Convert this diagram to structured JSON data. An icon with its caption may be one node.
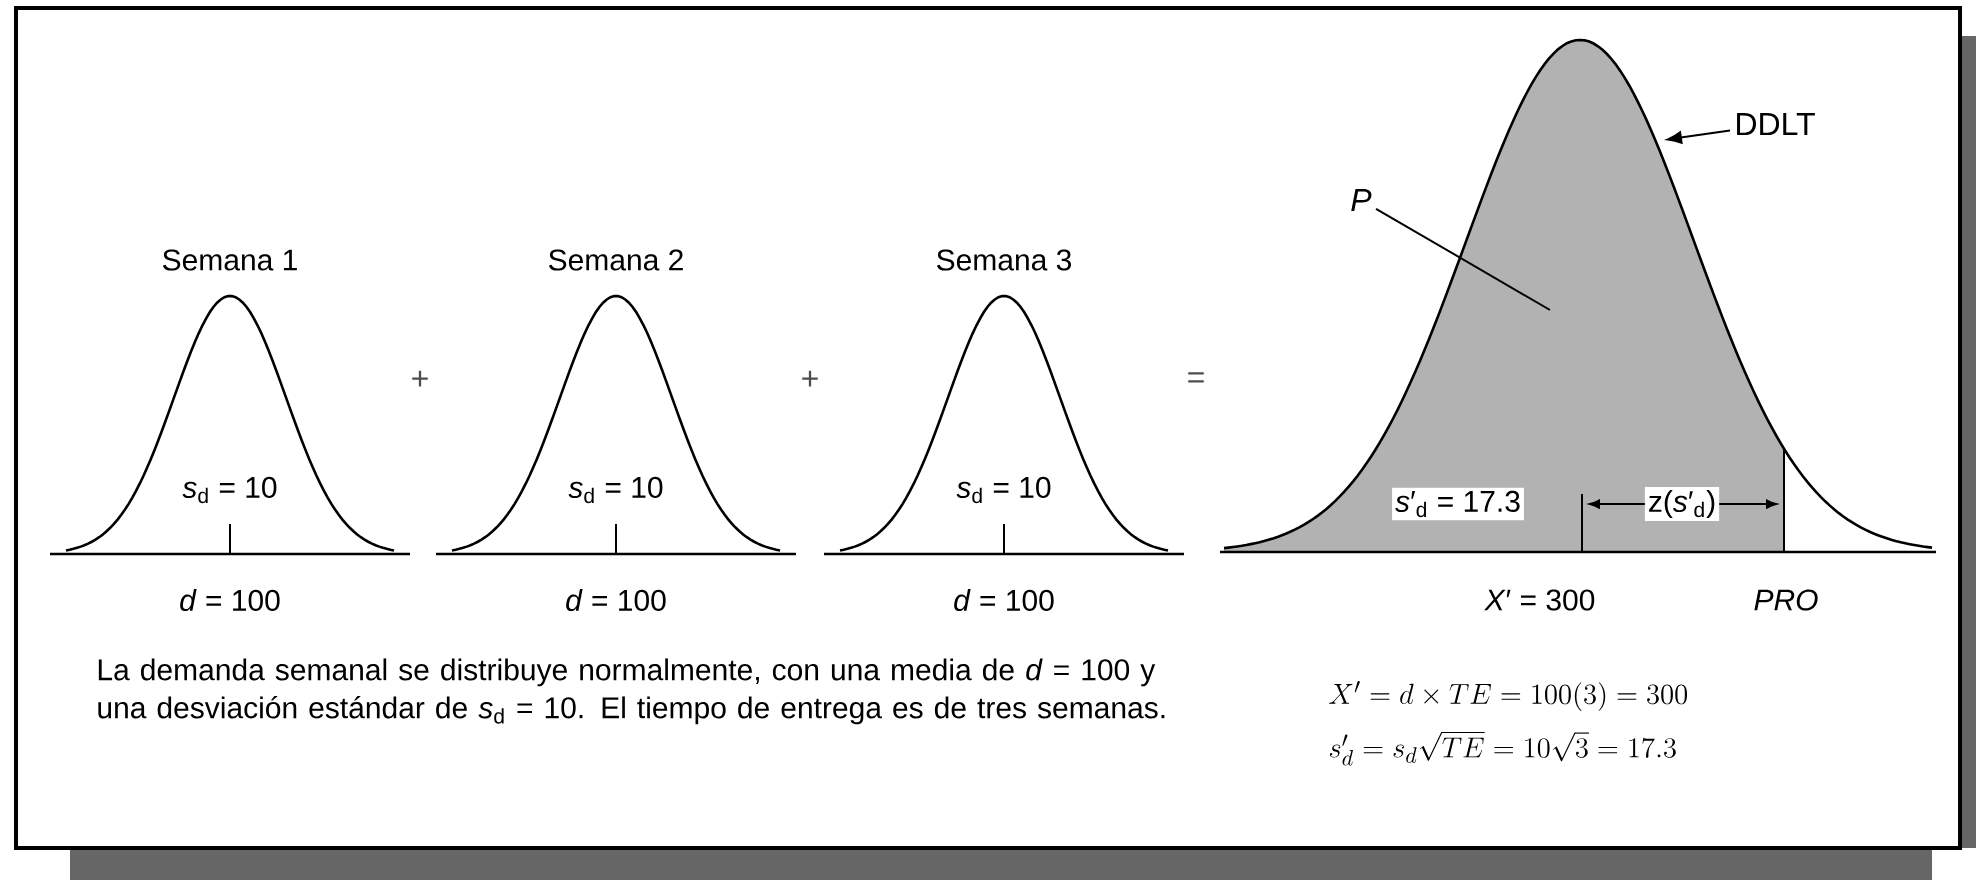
{
  "diagram": {
    "nodes": [
      {
        "text": [
          "DDLT"
        ]
      },
      {
        "text": [
          "P"
        ]
      }
    ],
    "edges": [
      {
        "from": 0,
        "to": null,
        "arrow": "to"
      },
      {
        "from": 1,
        "to": null,
        "arrow": "none"
      }
    ],
    "labels": [
      "Semana 1",
      "Semana 2",
      "Semana 3",
      "+",
      "+",
      "=",
      "*s*$_{d}$ = 10",
      "*s*$_{d}$ = 10",
      "*s*$_{d}$ = 10",
      "*s*′$_{d}$ = 17.3",
      "z(*s*′$_{d}$)",
      "*d* = 100",
      "*d* = 100",
      "*d* = 100",
      "*X*′ = 300",
      "PRO",
      "La demanda semanal se distribuye normalmente, con una media de *d* = 100 y una desviación estándar de *s*$_{d}$ = 10. El tiempo de entrega es de tres semanas.",
      "X' = d \\times TE = 100(3) = 300",
      "s'_d = s_d \\sqrt{TE} = 10\\sqrt{3} = 17.3"
    ]
  }
}
